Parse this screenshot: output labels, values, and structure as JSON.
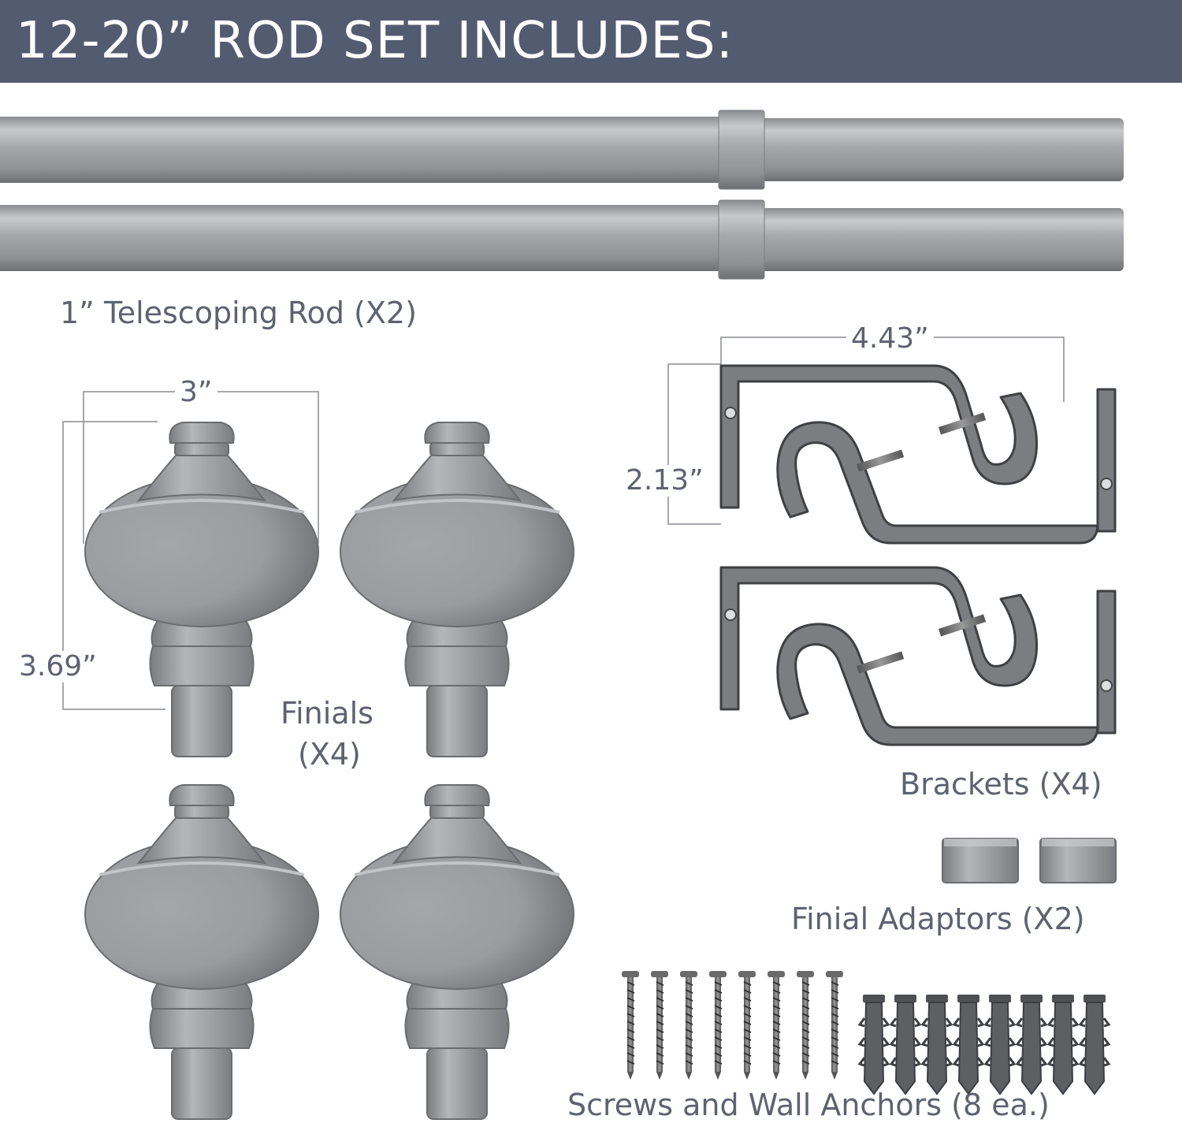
{
  "header": {
    "title": "12-20” ROD SET INCLUDES:"
  },
  "labels": {
    "rod": "1” Telescoping Rod (X2)",
    "finials_line1": "Finials",
    "finials_line2": "(X4)",
    "brackets": "Brackets (X4)",
    "adaptors": "Finial Adaptors (X2)",
    "screws": "Screws and Wall Anchors (8 ea.)"
  },
  "dimensions": {
    "finial_width": "3”",
    "finial_height": "3.69”",
    "bracket_width": "4.43”",
    "bracket_height": "2.13”"
  },
  "colors": {
    "banner": "#535b70",
    "metal": "#a3a5a9",
    "metal_dark": "#6e7074",
    "bracket": "#74767a",
    "text": "#5e6270"
  }
}
